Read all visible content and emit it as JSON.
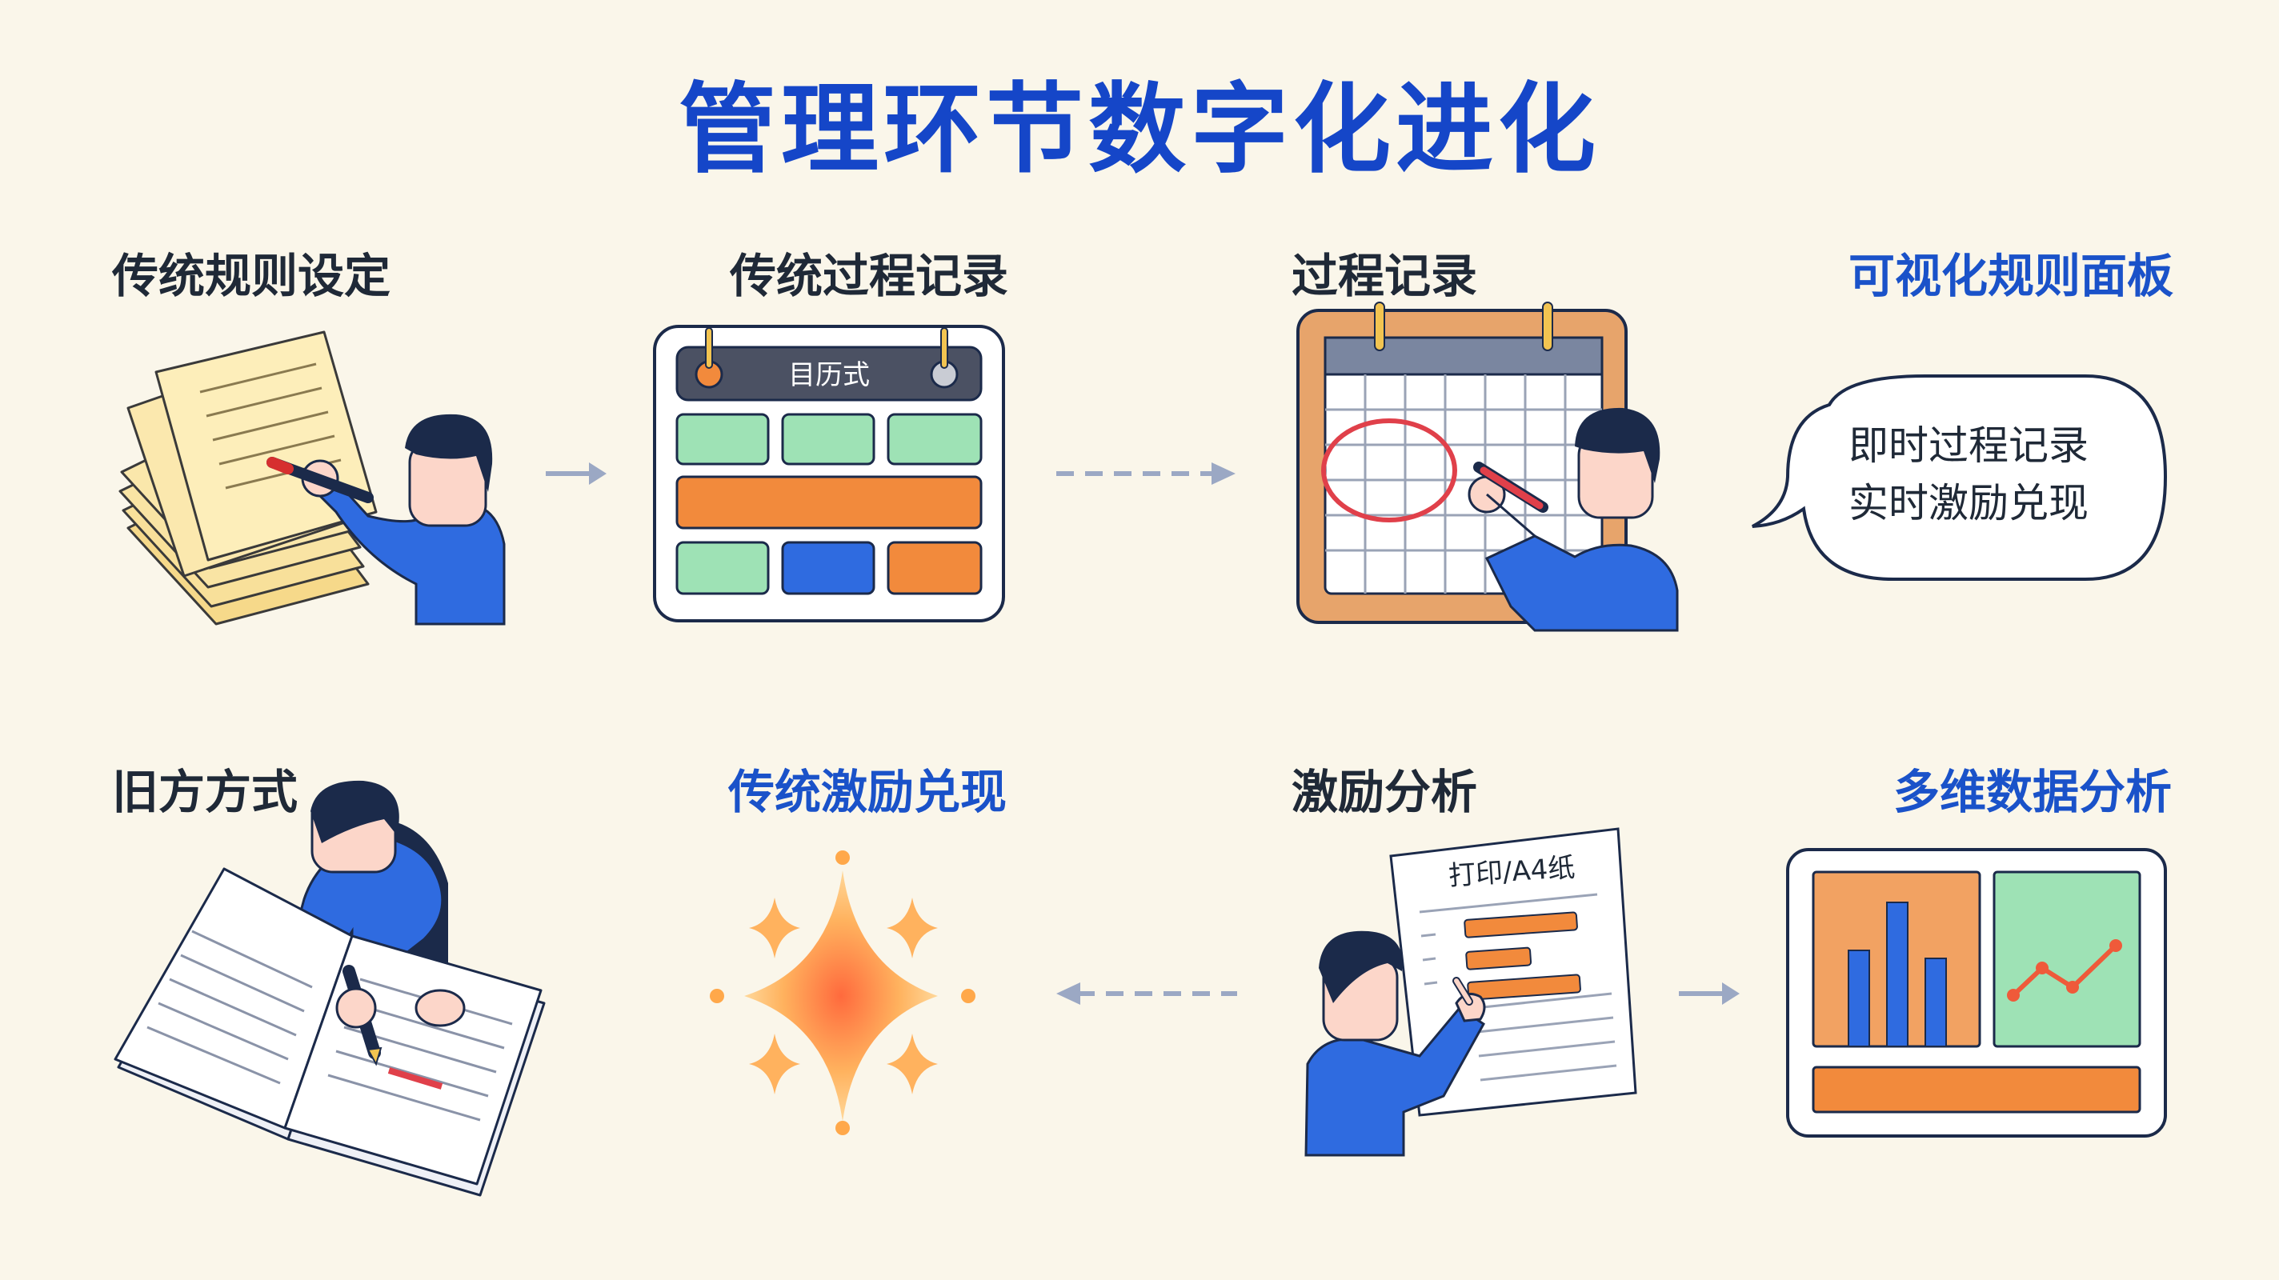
{
  "title": "管理环节数字化进化",
  "row1": {
    "traditional_rules": "传统规则设定",
    "traditional_process": "传统过程记录",
    "calendar_header": "目历式",
    "process_record": "过程记录",
    "visual_panel": "可视化规则面板",
    "bubble_line1": "即时过程记录",
    "bubble_line2": "实时激励兑现"
  },
  "row2": {
    "old_way": "旧方方式",
    "traditional_incentive": "传统激励兑现",
    "incentive_analysis": "激励分析",
    "sheet_header": "打印/A4纸",
    "multi_dim": "多维数据分析"
  },
  "colors": {
    "title_blue": "#1546c8",
    "accent_blue": "#2f6be0",
    "orange": "#f28a3c",
    "green": "#9ee2b5",
    "paper_yellow": "#fbe7a0",
    "arrow_gray": "#9ba8c4"
  },
  "icons": [
    "paper-stack-icon",
    "calendar-board-icon",
    "wall-calendar-icon",
    "speech-bubble-icon",
    "open-notebook-icon",
    "sparkle-icon",
    "printed-sheet-icon",
    "dashboard-icon",
    "arrow-right-icon",
    "dashed-arrow-icon"
  ]
}
